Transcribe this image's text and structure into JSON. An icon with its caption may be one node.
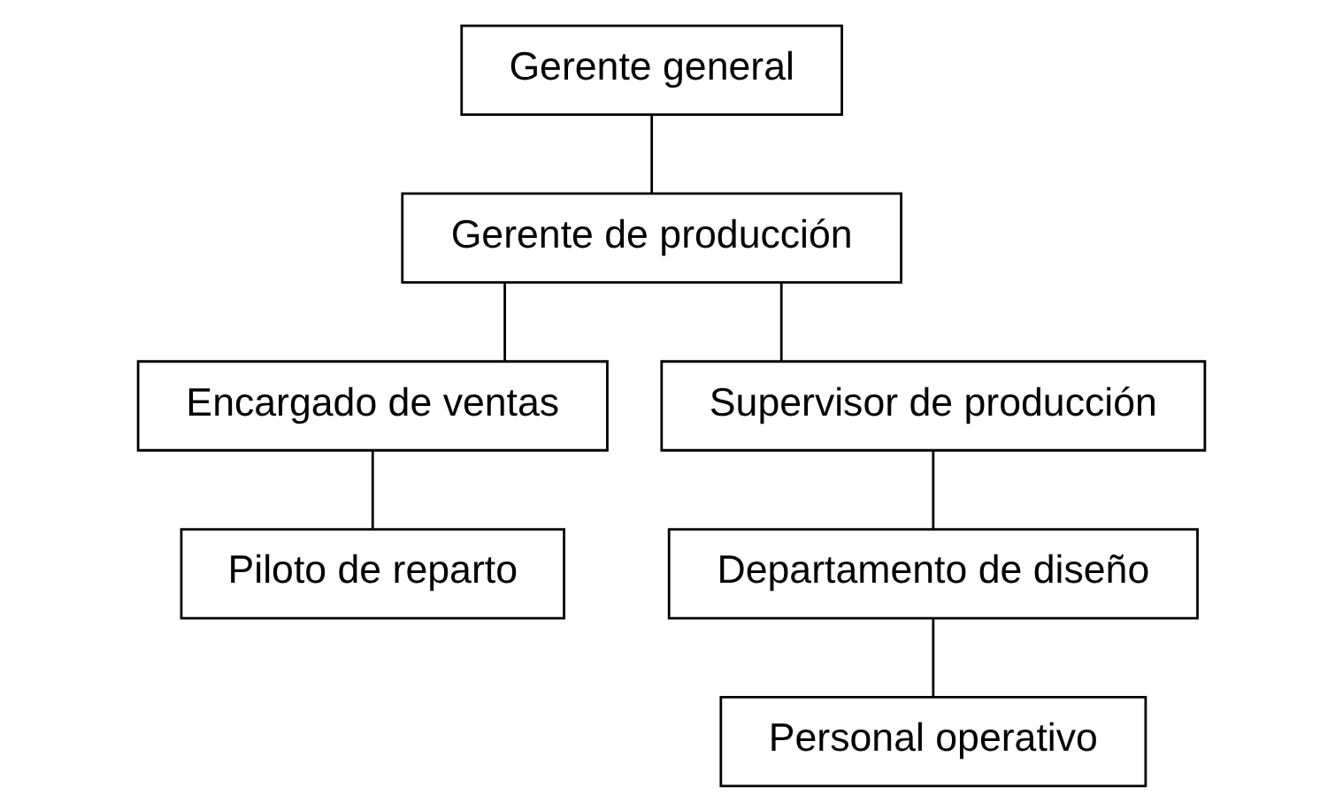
{
  "diagram": {
    "nodes": [
      {
        "text": [
          "Gerente general"
        ]
      },
      {
        "text": [
          "Gerente de producción"
        ]
      },
      {
        "text": [
          "Encargado de ventas"
        ]
      },
      {
        "text": [
          "Supervisor de producción"
        ]
      },
      {
        "text": [
          "Piloto de reparto"
        ]
      },
      {
        "text": [
          "Departamento de diseño"
        ]
      },
      {
        "text": [
          "Personal operativo"
        ]
      }
    ],
    "edges": [
      {
        "from": 0,
        "to": 1,
        "arrow": "none"
      },
      {
        "from": 1,
        "to": 2,
        "arrow": "none"
      },
      {
        "from": 1,
        "to": 3,
        "arrow": "none"
      },
      {
        "from": 2,
        "to": 4,
        "arrow": "none"
      },
      {
        "from": 3,
        "to": 5,
        "arrow": "none"
      },
      {
        "from": 5,
        "to": 6,
        "arrow": "none"
      }
    ]
  }
}
